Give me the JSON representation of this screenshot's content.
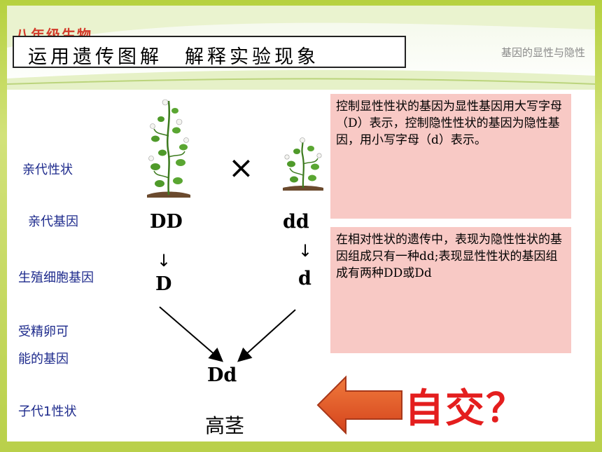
{
  "header": {
    "brand": "八年级生物",
    "title": "运用遗传图解　解释实验现象",
    "topic": "基因的显性与隐性"
  },
  "rows": {
    "parent_trait": "亲代性状",
    "parent_gene": "亲代基因",
    "gamete_gene": "生殖细胞基因",
    "zygote_line1": "受精卵可",
    "zygote_line2": "能的基因",
    "offspring_trait": "子代1性状"
  },
  "cross_symbol": "×",
  "genes": {
    "left_parent": "DD",
    "right_parent": "dd",
    "left_gamete": "D",
    "right_gamete": "d",
    "offspring": "Dd"
  },
  "arrow_symbol": "↓",
  "offspring_trait_value": "高茎",
  "notes": {
    "note1": "控制显性性状的基因为显性基因用大写字母（D）表示，控制隐性性状的基因为隐性基因，用小写字母（d）表示。",
    "note2": "在相对性状的遗传中，表现为隐性性状的基因组成只有一种dd;表现显性性状的基因组成有两种DD或Dd"
  },
  "self_cross": "自交？",
  "colors": {
    "frame_green": "#b6d13f",
    "label_blue": "#1d2a8c",
    "note_pink": "#f8c9c5",
    "arrow_fill": "#e35a2a",
    "question_red": "#e41e1e"
  },
  "icons": [
    "tall-pea-plant-icon",
    "short-pea-plant-icon",
    "left-block-arrow-icon"
  ]
}
